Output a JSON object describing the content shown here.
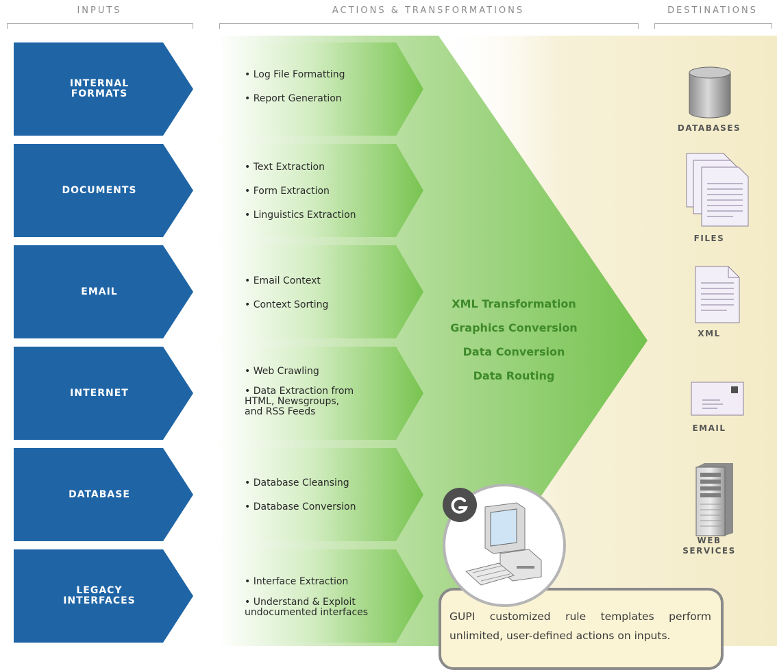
{
  "headers": {
    "inputs": "INPUTS",
    "actions": "ACTIONS & TRANSFORMATIONS",
    "destinations": "DESTINATIONS"
  },
  "inputs": [
    {
      "label": "INTERNAL\nFORMATS",
      "actions": [
        "• Log File Formatting",
        "• Report Generation"
      ]
    },
    {
      "label": "DOCUMENTS",
      "actions": [
        "• Text Extraction",
        "• Form Extraction",
        "• Linguistics Extraction"
      ]
    },
    {
      "label": "EMAIL",
      "actions": [
        "• Email Context",
        "• Context Sorting"
      ]
    },
    {
      "label": "INTERNET",
      "actions": [
        "• Web Crawling",
        "• Data Extraction from\n  HTML, Newsgroups,\n  and RSS Feeds"
      ]
    },
    {
      "label": "DATABASE",
      "actions": [
        "• Database Cleansing",
        "• Database Conversion"
      ]
    },
    {
      "label": "LEGACY\nINTERFACES",
      "actions": [
        "• Interface Extraction",
        "• Understand & Exploit\n  undocumented interfaces"
      ]
    }
  ],
  "transformations": [
    "XML Transformation",
    "Graphics Conversion",
    "Data Conversion",
    "Data Routing"
  ],
  "destinations": [
    {
      "label": "DATABASES",
      "icon": "database-icon"
    },
    {
      "label": "FILES",
      "icon": "files-icon"
    },
    {
      "label": "XML",
      "icon": "xml-document-icon"
    },
    {
      "label": "EMAIL",
      "icon": "envelope-icon"
    },
    {
      "label": "WEB\nSERVICES",
      "icon": "server-tower-icon"
    }
  ],
  "caption": "GUPI customized rule templates perform unlimited, user-defined actions on inputs.",
  "colors": {
    "input_blue": "#1f65a6",
    "arrow_green": "#6fbf4c",
    "transform_text": "#3f8a2a",
    "destination_bg": "#f6efcf"
  }
}
